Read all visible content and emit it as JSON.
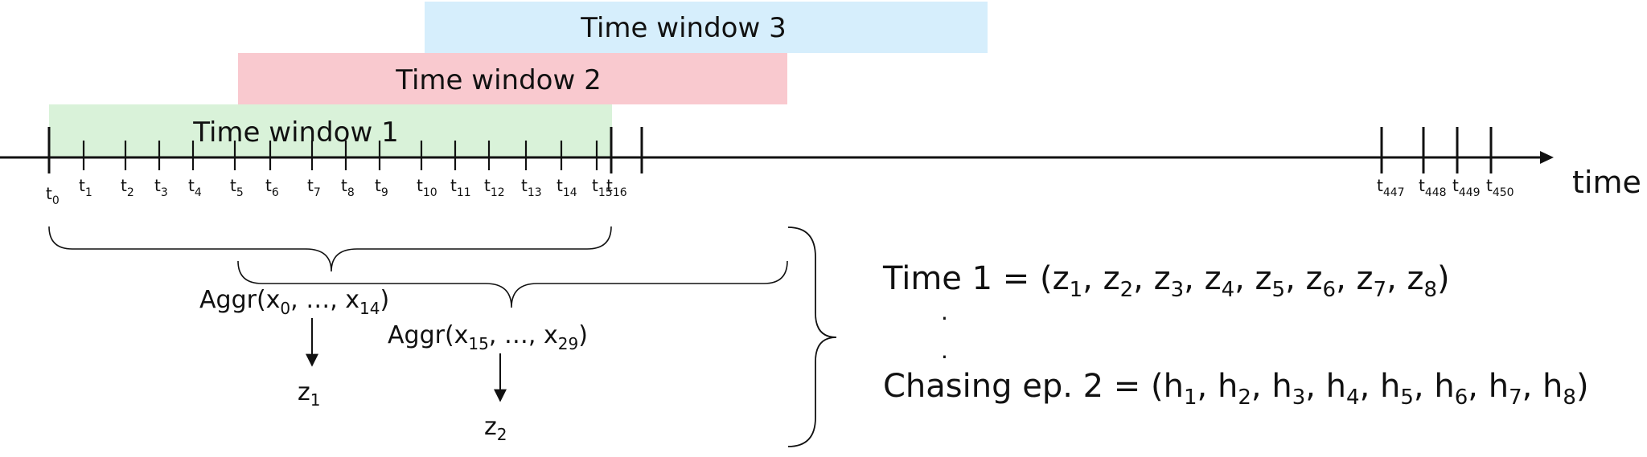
{
  "diagram": {
    "windows": [
      {
        "id": "w1",
        "label": "Time window 1",
        "color": "#d9f2d9"
      },
      {
        "id": "w2",
        "label": "Time window 2",
        "color": "#f9c9cf"
      },
      {
        "id": "w3",
        "label": "Time window 3",
        "color": "#d6eefc"
      }
    ],
    "axis": {
      "label": "time"
    },
    "ticks": [
      {
        "base": "t",
        "sub": "0"
      },
      {
        "base": "t",
        "sub": "1"
      },
      {
        "base": "t",
        "sub": "2"
      },
      {
        "base": "t",
        "sub": "3"
      },
      {
        "base": "t",
        "sub": "4"
      },
      {
        "base": "t",
        "sub": "5"
      },
      {
        "base": "t",
        "sub": "6"
      },
      {
        "base": "t",
        "sub": "7"
      },
      {
        "base": "t",
        "sub": "8"
      },
      {
        "base": "t",
        "sub": "9"
      },
      {
        "base": "t",
        "sub": "10"
      },
      {
        "base": "t",
        "sub": "11"
      },
      {
        "base": "t",
        "sub": "12"
      },
      {
        "base": "t",
        "sub": "13"
      },
      {
        "base": "t",
        "sub": "14"
      },
      {
        "base": "t",
        "sub": "15"
      },
      {
        "base": "t",
        "sub": "16"
      },
      {
        "base": "t",
        "sub": "447"
      },
      {
        "base": "t",
        "sub": "448"
      },
      {
        "base": "t",
        "sub": "449"
      },
      {
        "base": "t",
        "sub": "450"
      }
    ],
    "aggregations": [
      {
        "id": "a1",
        "pre": "Aggr(x",
        "sub1": "0",
        "mid": ", …, x",
        "sub2": "14",
        "post": ")",
        "out_base": "z",
        "out_sub": "1"
      },
      {
        "id": "a2",
        "pre": "Aggr(x",
        "sub1": "15",
        "mid": ", …, x",
        "sub2": "29",
        "post": ")",
        "out_base": "z",
        "out_sub": "2"
      }
    ],
    "equations": [
      {
        "id": "eq1",
        "prefix": "Time 1 = (",
        "var": "z",
        "subs": [
          "1",
          "2",
          "3",
          "4",
          "5",
          "6",
          "7",
          "8"
        ]
      },
      {
        "id": "eq2",
        "prefix": "Chasing ep. 2 = (",
        "var": "h",
        "subs": [
          "1",
          "2",
          "3",
          "4",
          "5",
          "6",
          "7",
          "8"
        ]
      }
    ],
    "ellipsis_dot": "."
  }
}
